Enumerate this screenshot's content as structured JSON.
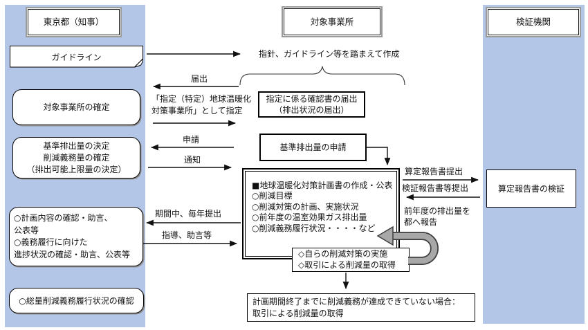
{
  "colors": {
    "panel_blue": "#b4c6e7",
    "loop_gray": "#a8a8a8",
    "loop_outline": "#3f3f3f",
    "line_black": "#111111"
  },
  "left_panel": {
    "header": "東京都（知事）",
    "guideline_label": "ガイドライン",
    "box_kakutei": "対象事業所の確定",
    "box_kijun": "基準排出量の決定\n削減義務量の確定\n（排出可能上限量の決定）",
    "box_keikaku": "○計画内容の確認・助言、\n公表等\n○義務履行に向けた\n進捗状況の確認・助言、公表等",
    "box_souryou": "○総量削減義務履行状況の確認"
  },
  "center": {
    "header": "対象事業所",
    "sakusei_note": "指針、ガイドライン等を踏まえて作成",
    "confirm_box": "指定に係る確認書の届出\n（排出状況の届出）",
    "base_app_box": "基準排出量の申請",
    "plan_box": {
      "lines": [
        "■地球温暖化対策計画書の作成・公表",
        "○削減目標",
        "○削減対策の計画、実施状況",
        "○前年度の温室効果ガス排出量",
        "○削減義務履行状況・・・・など"
      ]
    },
    "action_box": "◇自らの削減対策の実施\n◇取引による削減量の取得",
    "fallback_box": "計画期間終了までに削減義務が達成できていない場合：\n取引による削減量の取得"
  },
  "right_panel": {
    "header": "検証機関",
    "verify_box": "算定報告書の検証"
  },
  "labels": {
    "todokede": "届出",
    "shitei": "「指定（特定）地球温暖化\n対策事業所」として指定",
    "shinsei": "申請",
    "tsuchi": "通知",
    "santei_teishutsu": "算定報告書提出",
    "kensho_teishutsu": "検証報告書等提出",
    "zennendo_hokoku": "前年度の排出量を\n都へ報告",
    "kikanchu": "期間中、毎年提出",
    "shido": "指導、助言等"
  }
}
